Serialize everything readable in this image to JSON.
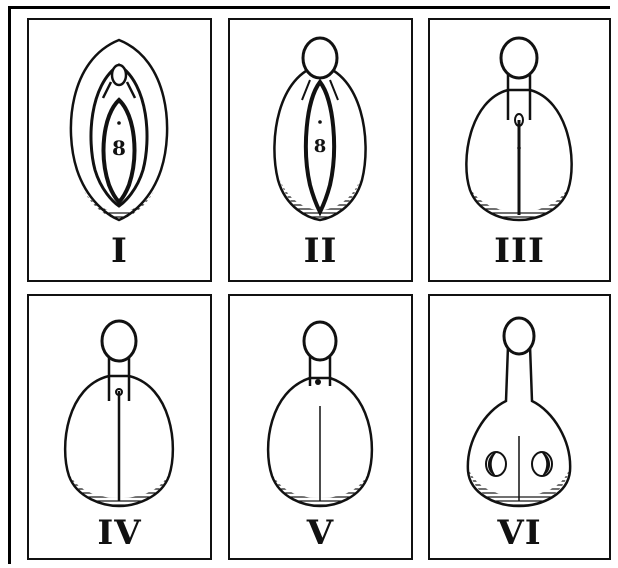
{
  "figure": {
    "stage_labels": [
      "I",
      "II",
      "III",
      "IV",
      "V",
      "VI"
    ],
    "drawing_labels": {
      "stage_1_marker": "8",
      "stage_2_marker": "8"
    },
    "colors": {
      "ink": "#111111",
      "paper": "#ffffff",
      "frame": "#000000"
    }
  }
}
